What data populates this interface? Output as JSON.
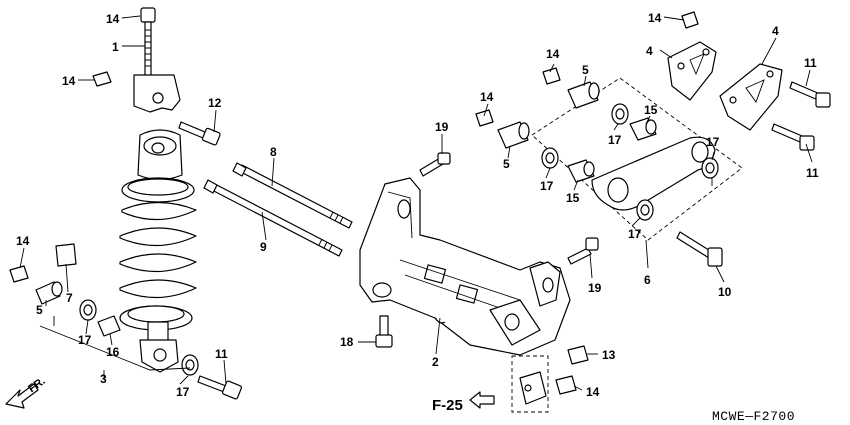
{
  "diagram_code": "MCWE—F2700",
  "ref_page": "F-25",
  "front_marker": "FR.",
  "callouts": [
    "14",
    "1",
    "14",
    "12",
    "8",
    "9",
    "14",
    "5",
    "7",
    "17",
    "16",
    "3",
    "17",
    "11",
    "19",
    "18",
    "2",
    "14",
    "5",
    "14",
    "5",
    "15",
    "17",
    "17",
    "17",
    "15",
    "17",
    "14",
    "4",
    "4",
    "11",
    "11",
    "6",
    "19",
    "10",
    "13",
    "14"
  ]
}
